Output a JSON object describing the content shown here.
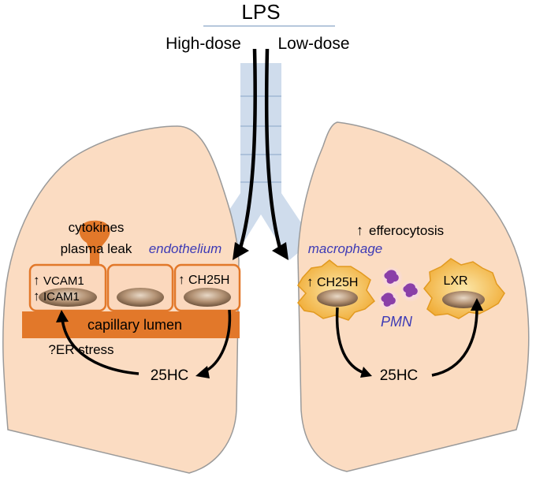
{
  "title": "LPS",
  "dose_left": "High-dose",
  "dose_right": "Low-dose",
  "left_lung": {
    "cytokines": "cytokines",
    "plasma_leak": "plasma leak",
    "endothelium": "endothelium",
    "vcam": "VCAM1",
    "icam": "ICAM1",
    "ch25h": "CH25H",
    "capillary": "capillary lumen",
    "er_stress": "?ER stress",
    "product": "25HC"
  },
  "right_lung": {
    "efferocytosis": "efferocytosis",
    "macrophage": "macrophage",
    "ch25h": "CH25H",
    "lxr": "LXR",
    "pmn": "PMN",
    "product": "25HC"
  },
  "up_arrow": "↑",
  "colors": {
    "lung_fill": "#fbdcc2",
    "lung_stroke": "#9a9a9a",
    "trachea": "#cfdcec",
    "endothelium_orange": "#e2782a",
    "cell_fill": "#fbd8bd",
    "nucleus": "#a98a6c",
    "macrophage": "#f4b13e",
    "pmn": "#8a3fa8",
    "label_blue": "#3d3ab5"
  }
}
